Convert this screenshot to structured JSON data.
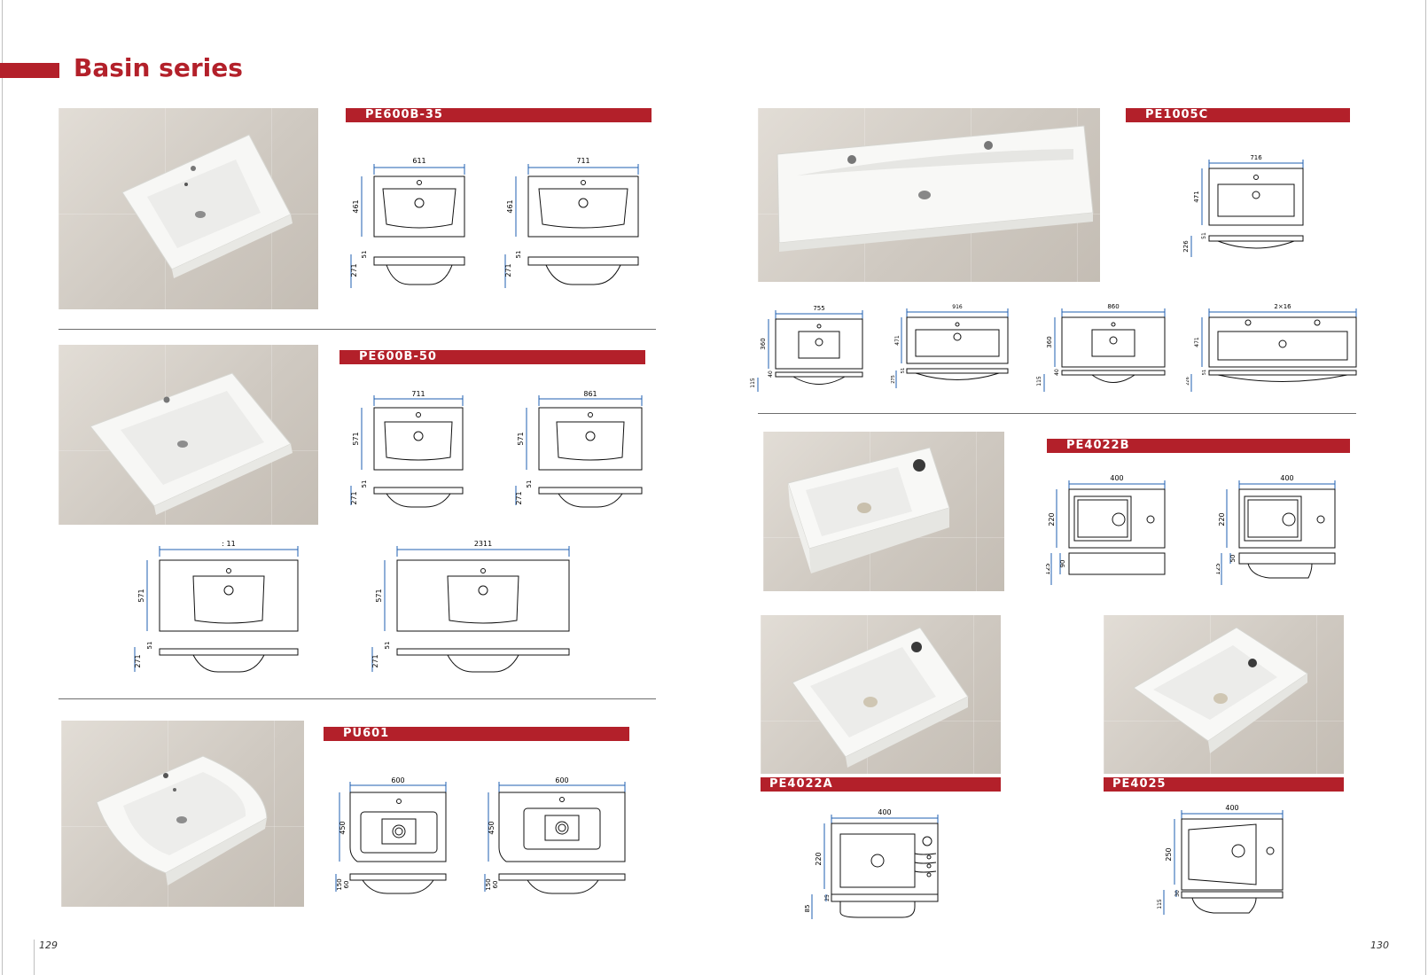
{
  "header": {
    "title": "Basin series"
  },
  "models": {
    "pe600b35": "PE600B-35",
    "pe600b50": "PE600B-50",
    "pu601": "PU601",
    "pe1005c": "PE1005C",
    "pe4022b": "PE4022B",
    "pe4022a": "PE4022A",
    "pe4025": "PE4025"
  },
  "dims": {
    "d611": "611",
    "d711": "711",
    "d461": "461",
    "d51": "51",
    "d271": "271",
    "d861": "861",
    "d571": "571",
    "d11": ": 11",
    "d2311": "2311",
    "d600": "600",
    "d450": "450",
    "d150": "150",
    "d60": "60",
    "d716": "716",
    "d471": "471",
    "d226": "226",
    "d755": "755",
    "d360": "360",
    "d115": "115",
    "d40": "40",
    "d916": "916",
    "d275": "275",
    "d860": "860",
    "d2x16": "2×16",
    "d400": "400",
    "d220": "220",
    "d125": "125",
    "d90": "90",
    "d50": "50",
    "d85": "85",
    "d25": "25",
    "d250": "250",
    "d30": "30"
  },
  "footer": {
    "page_left": "129",
    "page_right": "130"
  },
  "colors": {
    "accent": "#b3202a",
    "dimension_line": "#1f5fb0",
    "outline": "#111111"
  }
}
